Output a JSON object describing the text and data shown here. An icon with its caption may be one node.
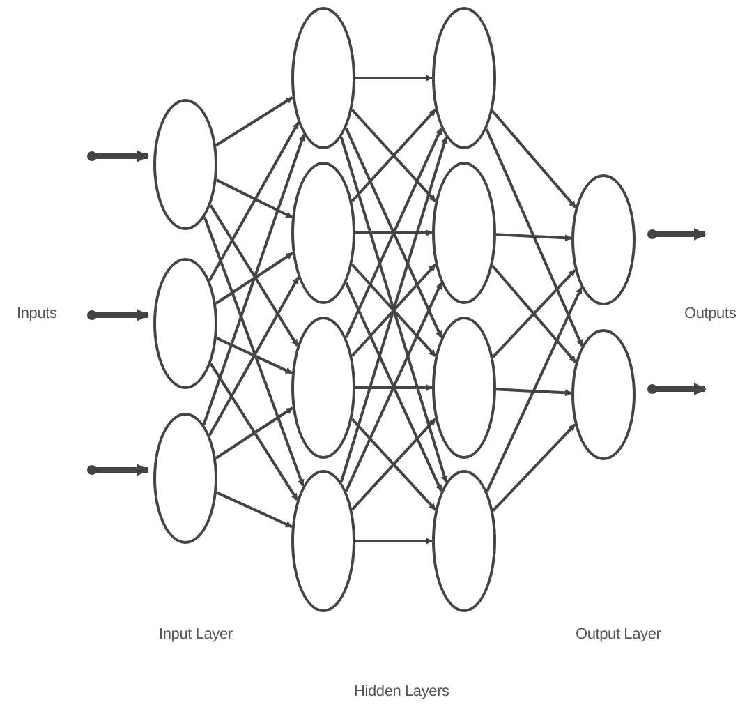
{
  "diagram": {
    "nodes": [
      {
        "text": [],
        "shape": "circle"
      },
      {
        "text": [],
        "shape": "circle"
      },
      {
        "text": [],
        "shape": "circle"
      },
      {
        "text": [],
        "shape": "circle"
      },
      {
        "text": [],
        "shape": "circle"
      },
      {
        "text": [],
        "shape": "circle"
      },
      {
        "text": [],
        "shape": "circle"
      },
      {
        "text": [],
        "shape": "circle"
      },
      {
        "text": [],
        "shape": "circle"
      },
      {
        "text": [],
        "shape": "circle"
      },
      {
        "text": [],
        "shape": "circle"
      },
      {
        "text": [],
        "shape": "circle"
      },
      {
        "text": [],
        "shape": "circle"
      }
    ],
    "edges": [
      {
        "from": null,
        "to": 0,
        "arrow": "to",
        "style": "thick"
      },
      {
        "from": null,
        "to": 1,
        "arrow": "to",
        "style": "thick"
      },
      {
        "from": null,
        "to": 2,
        "arrow": "to",
        "style": "thick"
      },
      {
        "from": 0,
        "to": 3,
        "arrow": "to"
      },
      {
        "from": 0,
        "to": 4,
        "arrow": "to"
      },
      {
        "from": 0,
        "to": 5,
        "arrow": "to"
      },
      {
        "from": 0,
        "to": 6,
        "arrow": "to"
      },
      {
        "from": 1,
        "to": 3,
        "arrow": "to"
      },
      {
        "from": 1,
        "to": 4,
        "arrow": "to"
      },
      {
        "from": 1,
        "to": 5,
        "arrow": "to"
      },
      {
        "from": 1,
        "to": 6,
        "arrow": "to"
      },
      {
        "from": 2,
        "to": 3,
        "arrow": "to"
      },
      {
        "from": 2,
        "to": 4,
        "arrow": "to"
      },
      {
        "from": 2,
        "to": 5,
        "arrow": "to"
      },
      {
        "from": 2,
        "to": 6,
        "arrow": "to"
      },
      {
        "from": 3,
        "to": 7,
        "arrow": "to"
      },
      {
        "from": 3,
        "to": 8,
        "arrow": "to"
      },
      {
        "from": 3,
        "to": 9,
        "arrow": "to"
      },
      {
        "from": 3,
        "to": 10,
        "arrow": "to"
      },
      {
        "from": 4,
        "to": 7,
        "arrow": "to"
      },
      {
        "from": 4,
        "to": 8,
        "arrow": "to"
      },
      {
        "from": 4,
        "to": 9,
        "arrow": "to"
      },
      {
        "from": 4,
        "to": 10,
        "arrow": "to"
      },
      {
        "from": 5,
        "to": 7,
        "arrow": "to"
      },
      {
        "from": 5,
        "to": 8,
        "arrow": "to"
      },
      {
        "from": 5,
        "to": 9,
        "arrow": "to"
      },
      {
        "from": 5,
        "to": 10,
        "arrow": "to"
      },
      {
        "from": 6,
        "to": 7,
        "arrow": "to"
      },
      {
        "from": 6,
        "to": 8,
        "arrow": "to"
      },
      {
        "from": 6,
        "to": 9,
        "arrow": "to"
      },
      {
        "from": 6,
        "to": 10,
        "arrow": "to"
      },
      {
        "from": 7,
        "to": 11,
        "arrow": "to"
      },
      {
        "from": 7,
        "to": 12,
        "arrow": "to"
      },
      {
        "from": 8,
        "to": 11,
        "arrow": "to"
      },
      {
        "from": 8,
        "to": 12,
        "arrow": "to"
      },
      {
        "from": 9,
        "to": 11,
        "arrow": "to"
      },
      {
        "from": 9,
        "to": 12,
        "arrow": "to"
      },
      {
        "from": 10,
        "to": 11,
        "arrow": "to"
      },
      {
        "from": 10,
        "to": 12,
        "arrow": "to"
      },
      {
        "from": 11,
        "to": null,
        "arrow": "to",
        "style": "thick"
      },
      {
        "from": 12,
        "to": null,
        "arrow": "to",
        "style": "thick"
      }
    ],
    "labels": [
      "Inputs",
      "Outputs",
      "Input Layer",
      "Output Layer",
      "Hidden Layers"
    ]
  }
}
